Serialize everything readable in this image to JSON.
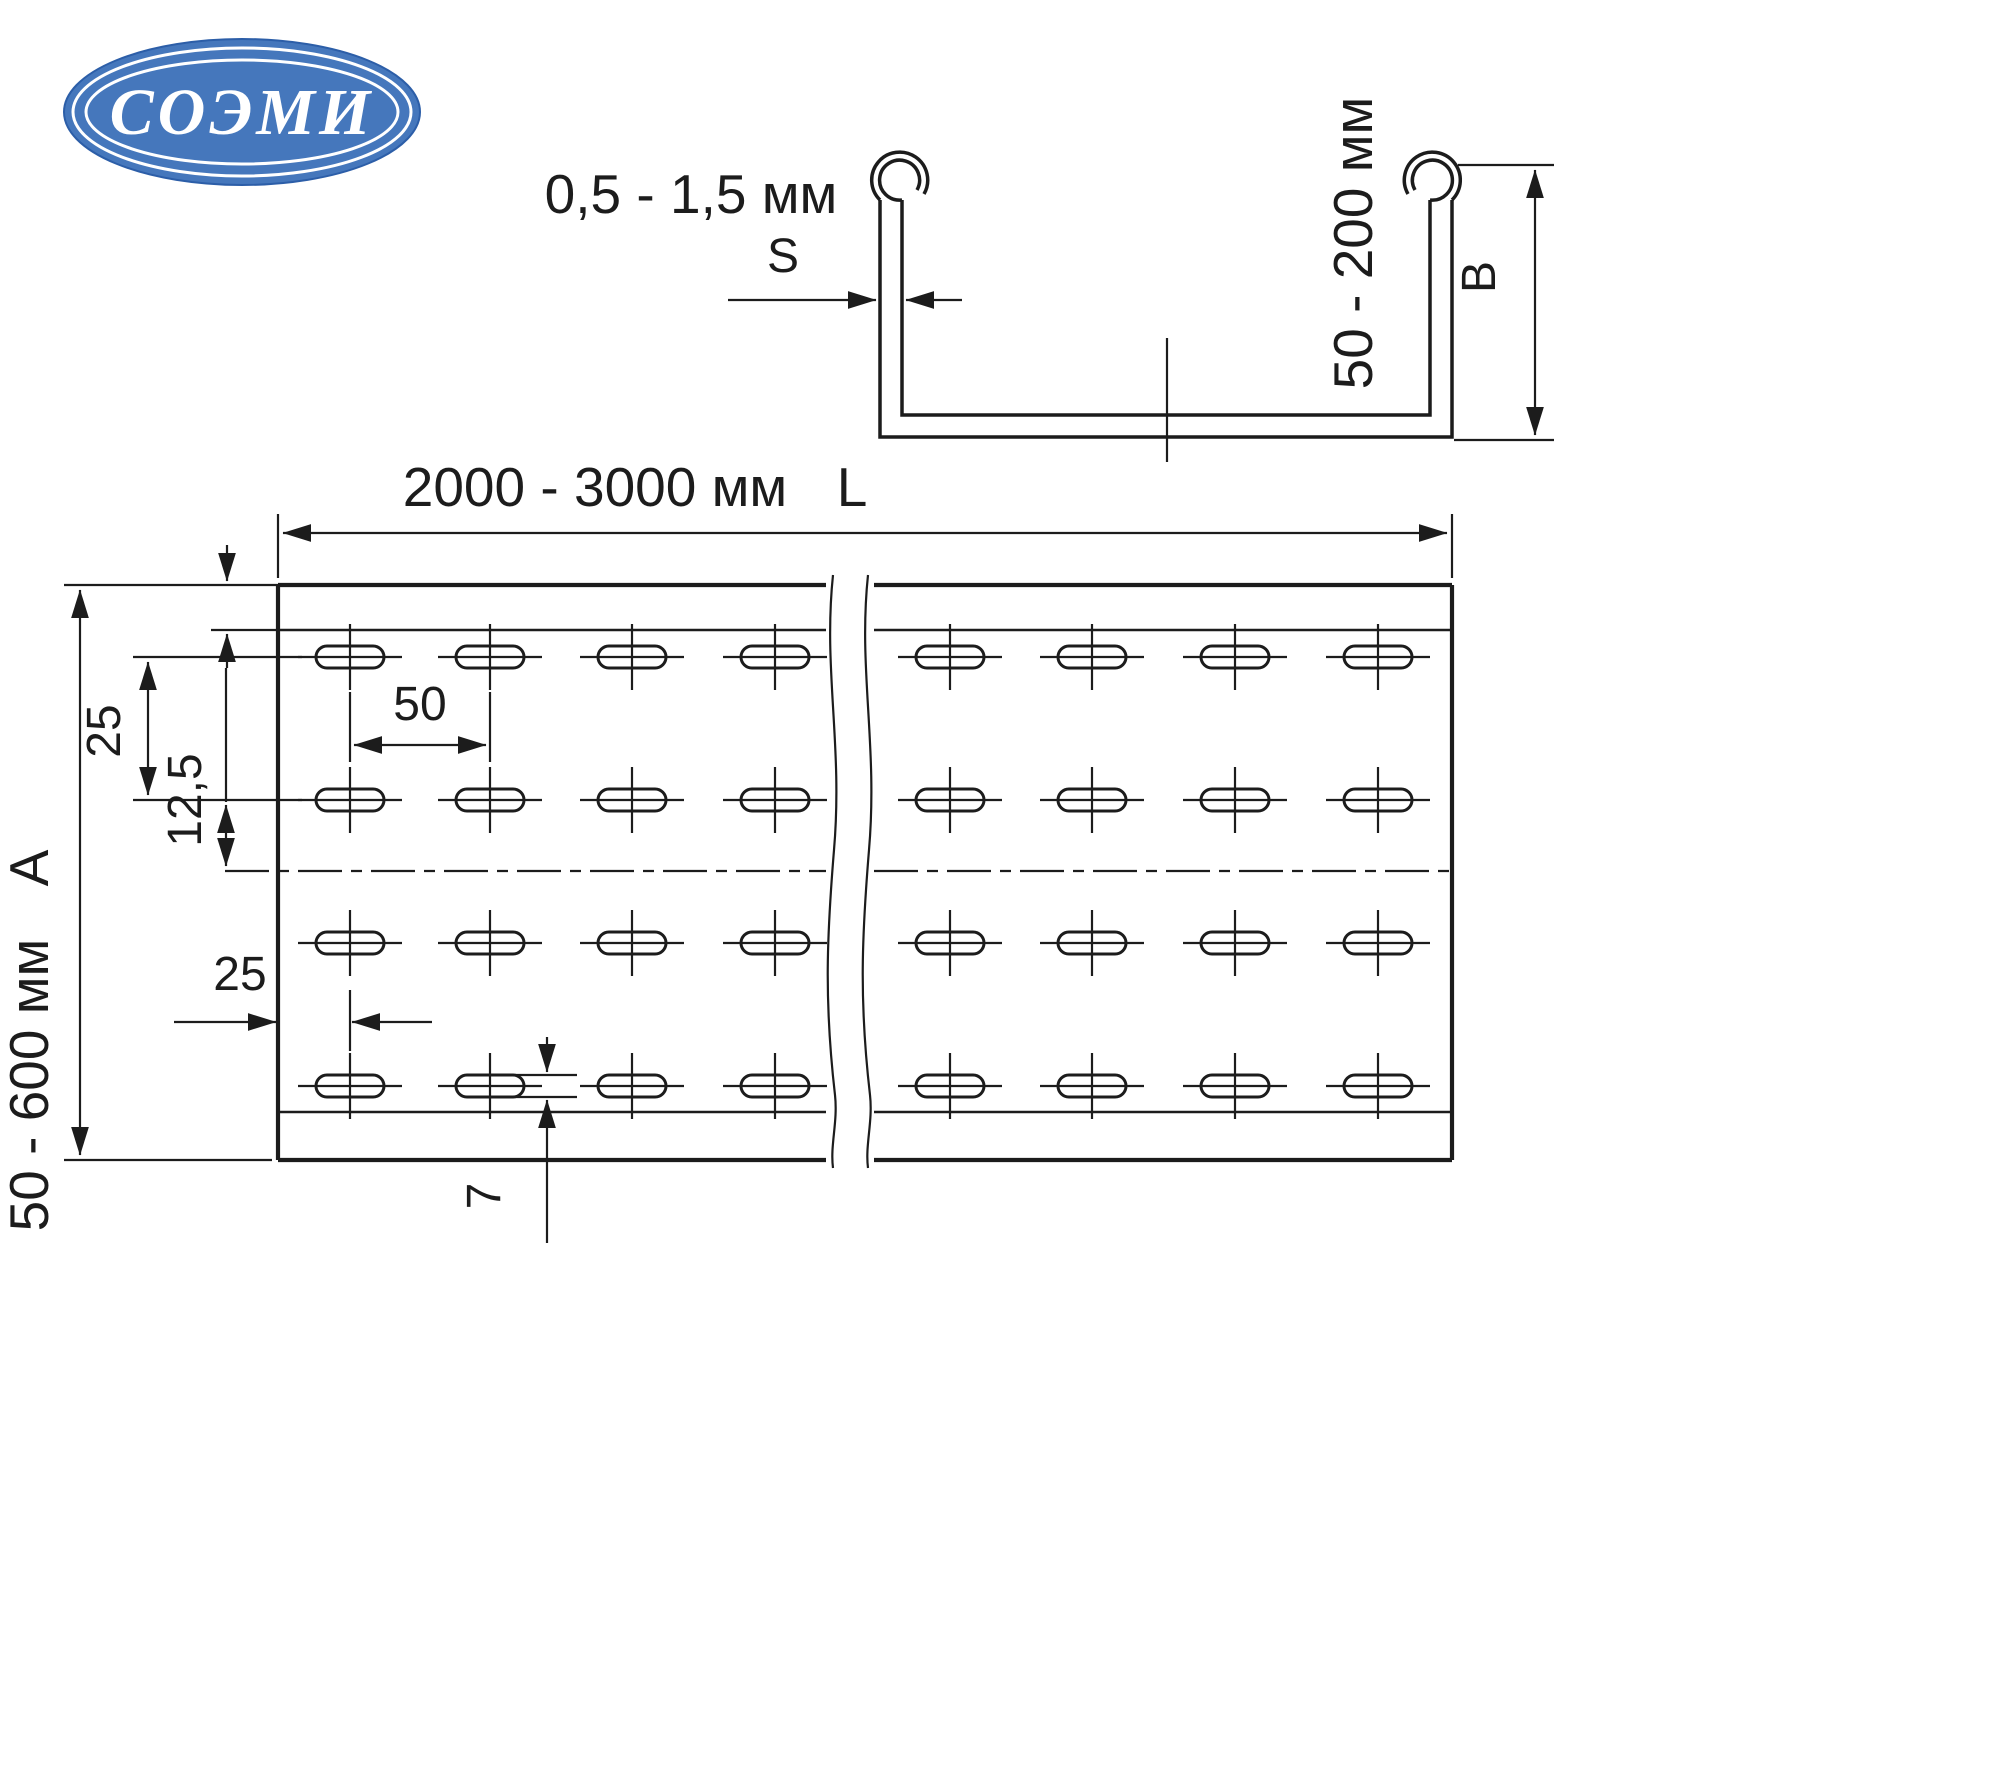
{
  "document": {
    "background": "#ffffff",
    "line_color": "#1c1c1c"
  },
  "logo": {
    "text": "СОЭМИ",
    "fill": "#4577bc",
    "ring_color": "#ffffff",
    "text_color": "#ffffff"
  },
  "cross_section": {
    "thickness_range": "0,5 - 1,5 мм",
    "thickness_symbol": "S",
    "height_range": "50 - 200 мм",
    "height_symbol": "B"
  },
  "plan": {
    "length_range": "2000 - 3000 мм",
    "length_symbol": "L",
    "width_range": "50 - 600 мм",
    "width_symbol": "А",
    "row_pitch": "25",
    "row_to_axis": "12,5",
    "slot_pitch": "50",
    "edge_to_slot": "25",
    "slot_height": "7"
  }
}
